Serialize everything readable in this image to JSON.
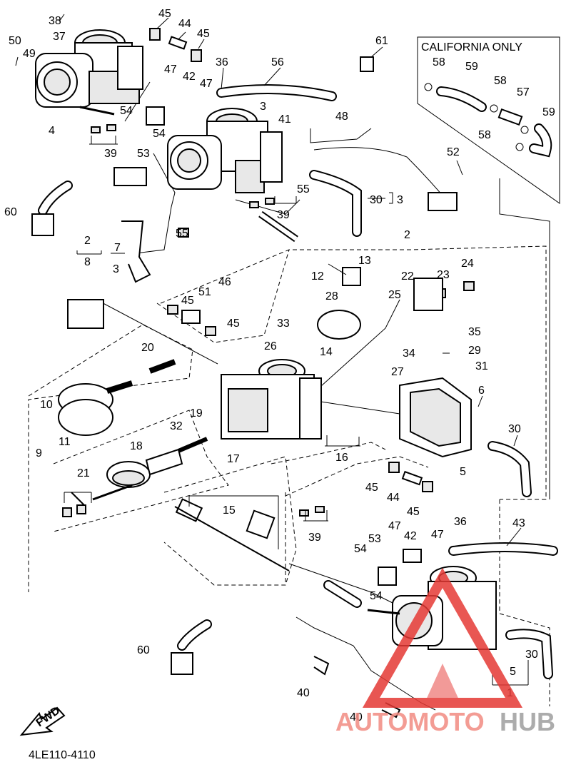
{
  "california_label": "CALIFORNIA ONLY",
  "diagram_code": "4LE110-4110",
  "fwd_label": "FWD",
  "watermark": {
    "part1": "AUTOMOTO",
    "part2": "HUB",
    "color1": "#f28b82",
    "color2": "#9e9e9e",
    "triangle_color": "#e53935"
  },
  "callouts": {
    "c38": "38",
    "c37": "37",
    "c50": "50",
    "c49": "49",
    "c4": "4",
    "c45a": "45",
    "c44a": "44",
    "c45b": "45",
    "c47a": "47",
    "c42a": "42",
    "c47b": "47",
    "c36a": "36",
    "c56": "56",
    "c61": "61",
    "c54a": "54",
    "c54b": "54",
    "c39a": "39",
    "c53a": "53",
    "c3": "3",
    "c41": "41",
    "c48": "48",
    "c55a": "55",
    "c55b": "55",
    "c39b": "39",
    "c30a": "30",
    "c3b": "3",
    "c52": "52",
    "c60a": "60",
    "c2a": "2",
    "c7": "7",
    "c3c": "3",
    "c8": "8",
    "c2b": "2",
    "c13": "13",
    "c12": "12",
    "c22": "22",
    "c23": "23",
    "c24": "24",
    "c28": "28",
    "c25": "25",
    "c35": "35",
    "c29": "29",
    "c31": "31",
    "c34": "34",
    "c14": "14",
    "c27": "27",
    "c6": "6",
    "c46": "46",
    "c51": "51",
    "c45c": "45",
    "c45d": "45",
    "c33": "33",
    "c26": "26",
    "c20": "20",
    "c10": "10",
    "c9": "9",
    "c11": "11",
    "c19": "19",
    "c32": "32",
    "c17": "17",
    "c18": "18",
    "c16": "16",
    "c30b": "30",
    "c5a": "5",
    "c21": "21",
    "c45e": "45",
    "c44b": "44",
    "c45f": "45",
    "c15": "15",
    "c39c": "39",
    "c47c": "47",
    "c36b": "36",
    "c43": "43",
    "c53b": "53",
    "c42b": "42",
    "c47d": "47",
    "c54c": "54",
    "c54d": "54",
    "c60b": "60",
    "c30c": "30",
    "c5b": "5",
    "c1": "1",
    "c40a": "40",
    "c40b": "40",
    "c58a": "58",
    "c59a": "59",
    "c58b": "58",
    "c57": "57",
    "c59b": "59",
    "c58c": "58"
  }
}
